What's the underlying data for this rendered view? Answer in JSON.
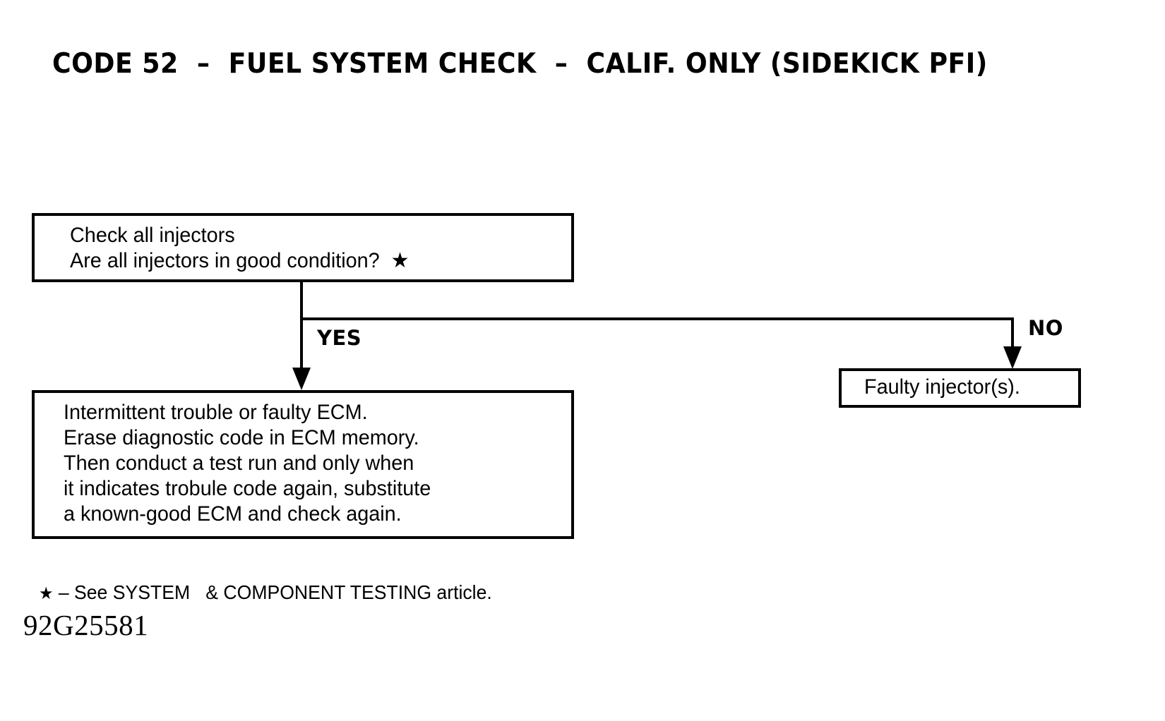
{
  "title": "CODE 52  –  FUEL SYSTEM CHECK  –  CALIF. ONLY (SIDEKICK PFI)",
  "flowchart": {
    "type": "decision-flowchart",
    "colors": {
      "ink": "#000000",
      "paper": "#ffffff"
    },
    "nodes": {
      "question": {
        "id": "check-injectors",
        "shape": "rectangle",
        "lines": [
          "Check all injectors",
          "Are all injectors in good condition?  ★"
        ]
      },
      "result_yes": {
        "id": "intermittent-trouble-or-faulty-ecm",
        "shape": "rectangle",
        "lines": [
          "Intermittent trouble or faulty ECM.",
          "Erase diagnostic code in ECM memory.",
          "Then conduct a test run and only when",
          "it indicates trobule code again, substitute",
          "a known-good ECM and check again."
        ]
      },
      "result_no": {
        "id": "faulty-injectors",
        "shape": "rectangle",
        "lines": [
          "Faulty injector(s)."
        ]
      }
    },
    "branches": {
      "yes_label": "YES",
      "no_label": "NO"
    }
  },
  "footnote": {
    "marker": "★",
    "dash": "–",
    "text": "See SYSTEM   & COMPONENT TESTING article."
  },
  "figure_id": "92G25581"
}
